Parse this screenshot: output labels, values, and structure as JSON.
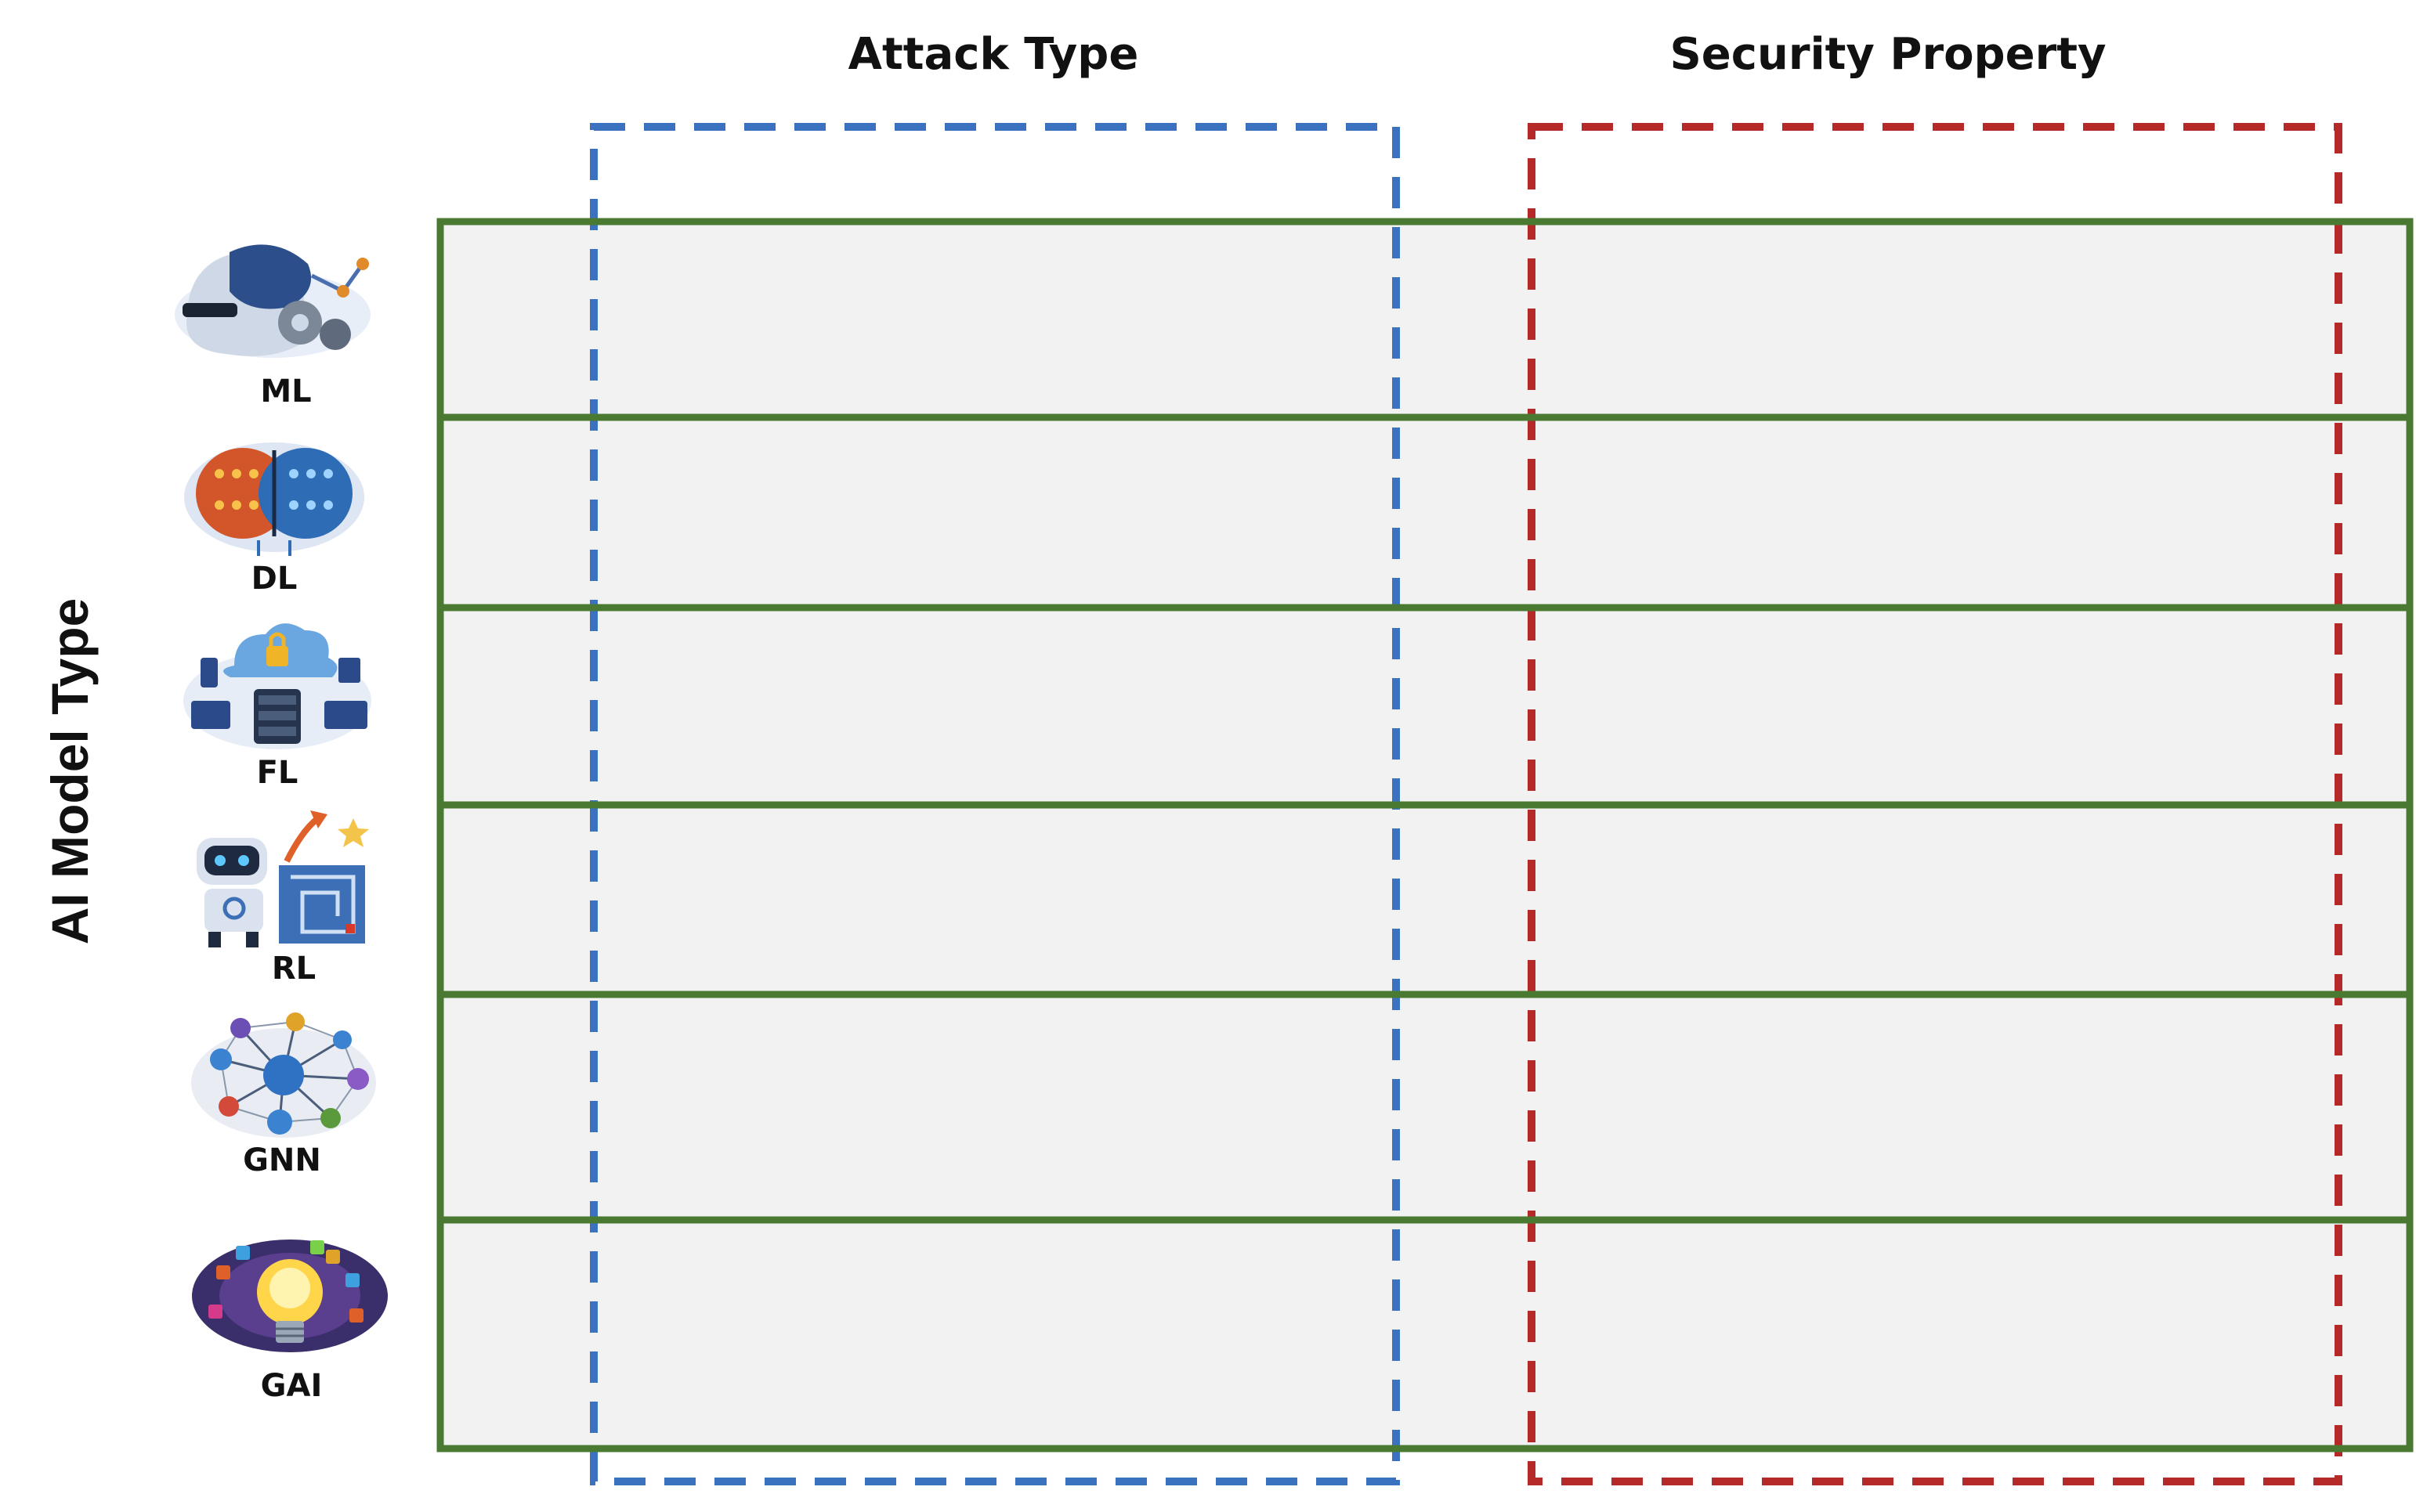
{
  "headings": {
    "attack": "Attack Type",
    "security": "Security Property"
  },
  "axis": {
    "vertical_label": "AI Model Type"
  },
  "colors": {
    "row_border": "#4a7a32",
    "row_fill": "#f2f2f2",
    "attack_dash": "#3b72c0",
    "security_dash": "#b52a28",
    "text": "#111111"
  },
  "models": [
    {
      "label": "ML",
      "icon": "robot-head-gears-icon"
    },
    {
      "label": "DL",
      "icon": "brain-circuit-icon"
    },
    {
      "label": "FL",
      "icon": "cloud-lock-devices-icon"
    },
    {
      "label": "RL",
      "icon": "robot-maze-icon"
    },
    {
      "label": "GNN",
      "icon": "graph-network-icon"
    },
    {
      "label": "GAI",
      "icon": "lightbulb-ideas-icon"
    }
  ]
}
